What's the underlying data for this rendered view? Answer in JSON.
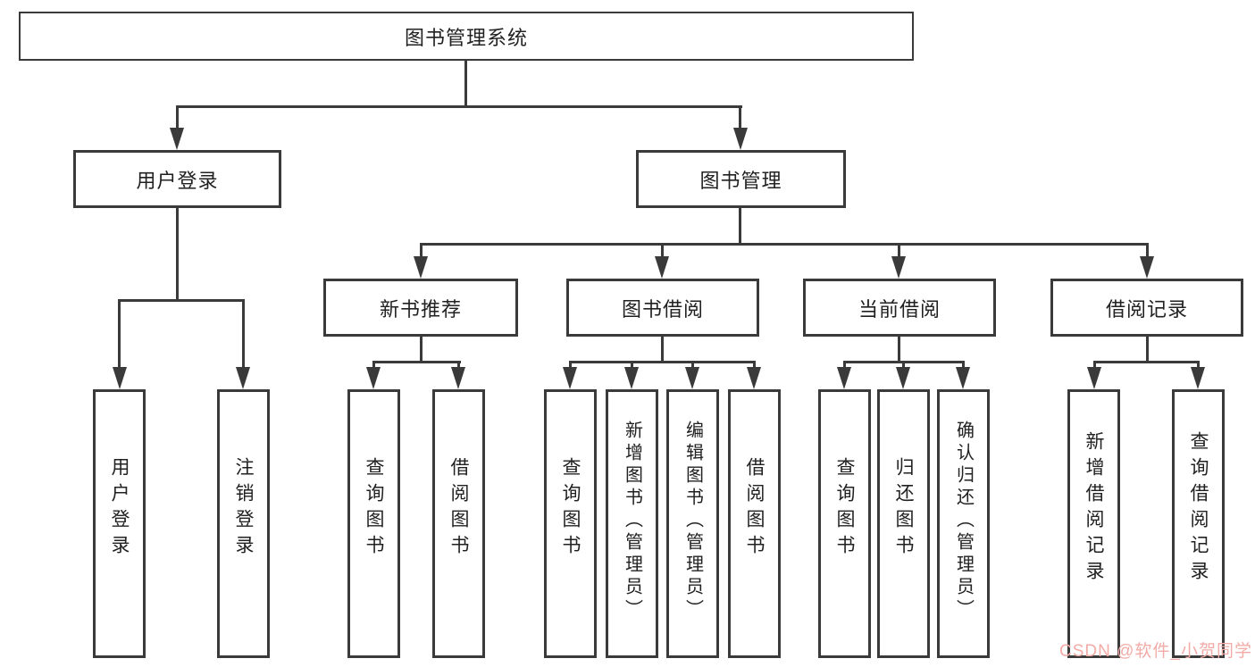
{
  "colors": {
    "line": "#3a3a3a",
    "text": "#212121",
    "background": "#ffffff",
    "watermark": "#f2aba6"
  },
  "watermark": {
    "text": "CSDN @软件_小贺同学"
  },
  "tree": {
    "root": {
      "label": "图书管理系统",
      "children": [
        {
          "label": "用户登录",
          "children": [
            {
              "label": "用户登录"
            },
            {
              "label": "注销登录"
            }
          ]
        },
        {
          "label": "图书管理",
          "children": [
            {
              "label": "新书推荐",
              "children": [
                {
                  "label": "查询图书"
                },
                {
                  "label": "借阅图书"
                }
              ]
            },
            {
              "label": "图书借阅",
              "children": [
                {
                  "label": "查询图书"
                },
                {
                  "label": "新增图书（管理员）"
                },
                {
                  "label": "编辑图书（管理员）"
                },
                {
                  "label": "借阅图书"
                }
              ]
            },
            {
              "label": "当前借阅",
              "children": [
                {
                  "label": "查询图书"
                },
                {
                  "label": "归还图书"
                },
                {
                  "label": "确认归还（管理员）"
                }
              ]
            },
            {
              "label": "借阅记录",
              "children": [
                {
                  "label": "新增借阅记录"
                },
                {
                  "label": "查询借阅记录"
                }
              ]
            }
          ]
        }
      ]
    }
  }
}
